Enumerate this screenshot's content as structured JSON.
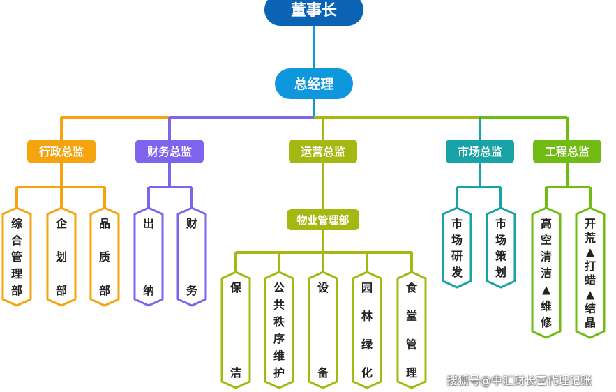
{
  "colors": {
    "ceo": "#0a63b4",
    "gm": "#0e97dc",
    "admin": "#f5a30f",
    "finance": "#7e64ec",
    "ops": "#a5b811",
    "market": "#19a3a6",
    "engineering": "#71bb15"
  },
  "ceo": {
    "label": "董事长"
  },
  "gm": {
    "label": "总经理"
  },
  "directors": [
    {
      "key": "admin",
      "label": "行政总监",
      "color": "#f5a30f"
    },
    {
      "key": "finance",
      "label": "财务总监",
      "color": "#7e64ec"
    },
    {
      "key": "ops",
      "label": "运营总监",
      "color": "#a5b811"
    },
    {
      "key": "market",
      "label": "市场总监",
      "color": "#19a3a6"
    },
    {
      "key": "engineering",
      "label": "工程总监",
      "color": "#71bb15"
    }
  ],
  "property_dept": {
    "label": "物业管理部"
  },
  "units": {
    "admin": [
      "综合管理部",
      "企划部",
      "品质部"
    ],
    "finance": [
      "出纳",
      "财务"
    ],
    "ops": [
      "保洁",
      "公共秩序维护",
      "设备",
      "园林绿化",
      "食堂管理"
    ],
    "market": [
      "市场研发",
      "市场策划"
    ],
    "engineering": [
      "高空清洁▲维修",
      "开荒▲打蜡▲结晶"
    ]
  },
  "watermark": "搜狐号@中汇财长富代理记账"
}
